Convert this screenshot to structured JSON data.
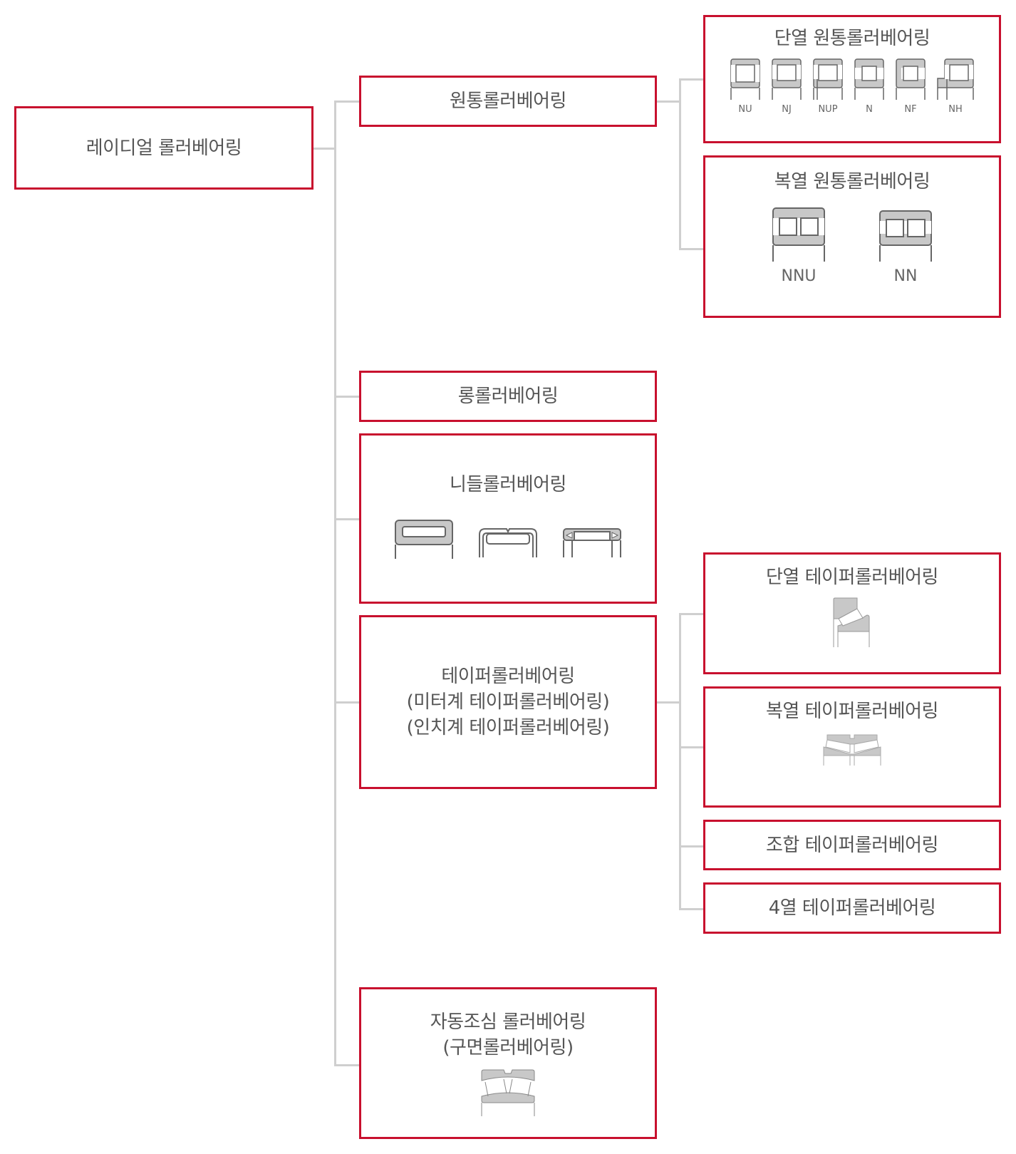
{
  "colors": {
    "box_border": "#c8102e",
    "connector": "#cfcfcf",
    "text": "#555555",
    "icon_fill": "#c8c8c8",
    "icon_stroke": "#666666"
  },
  "root": {
    "label": "레이디얼 롤러베어링"
  },
  "level1": [
    {
      "id": "cylindrical",
      "label": "원통롤러베어링"
    },
    {
      "id": "long",
      "label": "롱롤러베어링"
    },
    {
      "id": "needle",
      "label": "니들롤러베어링",
      "icons": [
        "needle-drawn-cup-icon-1",
        "needle-drawn-cup-icon-2",
        "needle-drawn-cup-icon-3"
      ]
    },
    {
      "id": "tapered",
      "lines": [
        "테이퍼롤러베어링",
        "(미터계 테이퍼롤러베어링)",
        "(인치계 테이퍼롤러베어링)"
      ]
    },
    {
      "id": "spherical",
      "lines": [
        "자동조심 롤러베어링",
        "(구면롤러베어링)"
      ]
    }
  ],
  "cylindrical_children": [
    {
      "id": "single-row",
      "label": "단열 원통롤러베어링",
      "types": [
        "NU",
        "NJ",
        "NUP",
        "N",
        "NF",
        "NH"
      ]
    },
    {
      "id": "double-row",
      "label": "복열 원통롤러베어링",
      "types": [
        "NNU",
        "NN"
      ]
    }
  ],
  "tapered_children": [
    {
      "id": "single-row",
      "label": "단열 테이퍼롤러베어링"
    },
    {
      "id": "double-row",
      "label": "복열 테이퍼롤러베어링"
    },
    {
      "id": "combined",
      "label": "조합 테이퍼롤러베어링"
    },
    {
      "id": "four-row",
      "label": "4열 테이퍼롤러베어링"
    }
  ]
}
